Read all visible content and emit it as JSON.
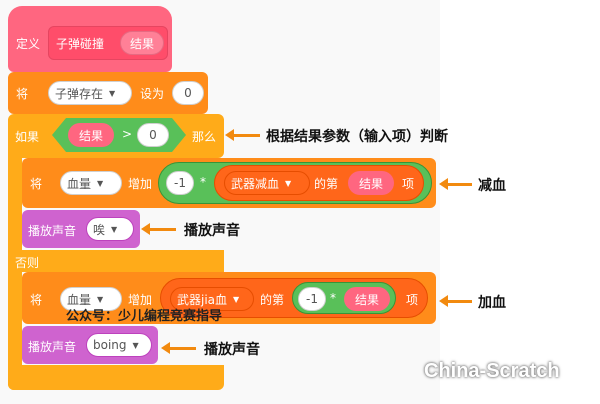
{
  "blocks": {
    "define": {
      "label": "定义",
      "name": "子弹碰撞",
      "param": "结果"
    },
    "set_var": {
      "label": "将",
      "var": "子弹存在",
      "mid": "设为",
      "value": "0"
    },
    "if_block": {
      "label": "如果",
      "param": "结果",
      "op": ">",
      "value": "0",
      "then": "那么"
    },
    "change_dec": {
      "label": "将",
      "var": "血量",
      "mid": "增加",
      "neg": "-1",
      "mul": "*",
      "list": "武器减血",
      "of": "的第",
      "param": "结果",
      "item": "项"
    },
    "sound1": {
      "label": "播放声音",
      "sound": "唉"
    },
    "else_label": "否则",
    "change_inc": {
      "label": "将",
      "var": "血量",
      "mid": "增加",
      "list": "武器jia血",
      "of": "的第",
      "neg": "-1",
      "mul": "*",
      "param": "结果",
      "item": "项"
    },
    "sound2": {
      "label": "播放声音",
      "sound": "boing"
    }
  },
  "annotations": {
    "condition": "根据结果参数（输入项）判断",
    "decrease": "减血",
    "sound_play_1": "播放声音",
    "increase": "加血",
    "sound_play_2": "播放声音"
  },
  "watermarks": {
    "wechat": "公众号：少儿编程竞赛指导",
    "site": "China-Scratch"
  },
  "colors": {
    "define_pink": "#ff6680",
    "control_orange": "#ffab19",
    "variable_orange": "#ff8c1a",
    "list_red": "#ff661a",
    "operator_green": "#59c059",
    "sound_purple": "#cf63cf",
    "arrow_orange": "#f28a0f"
  }
}
